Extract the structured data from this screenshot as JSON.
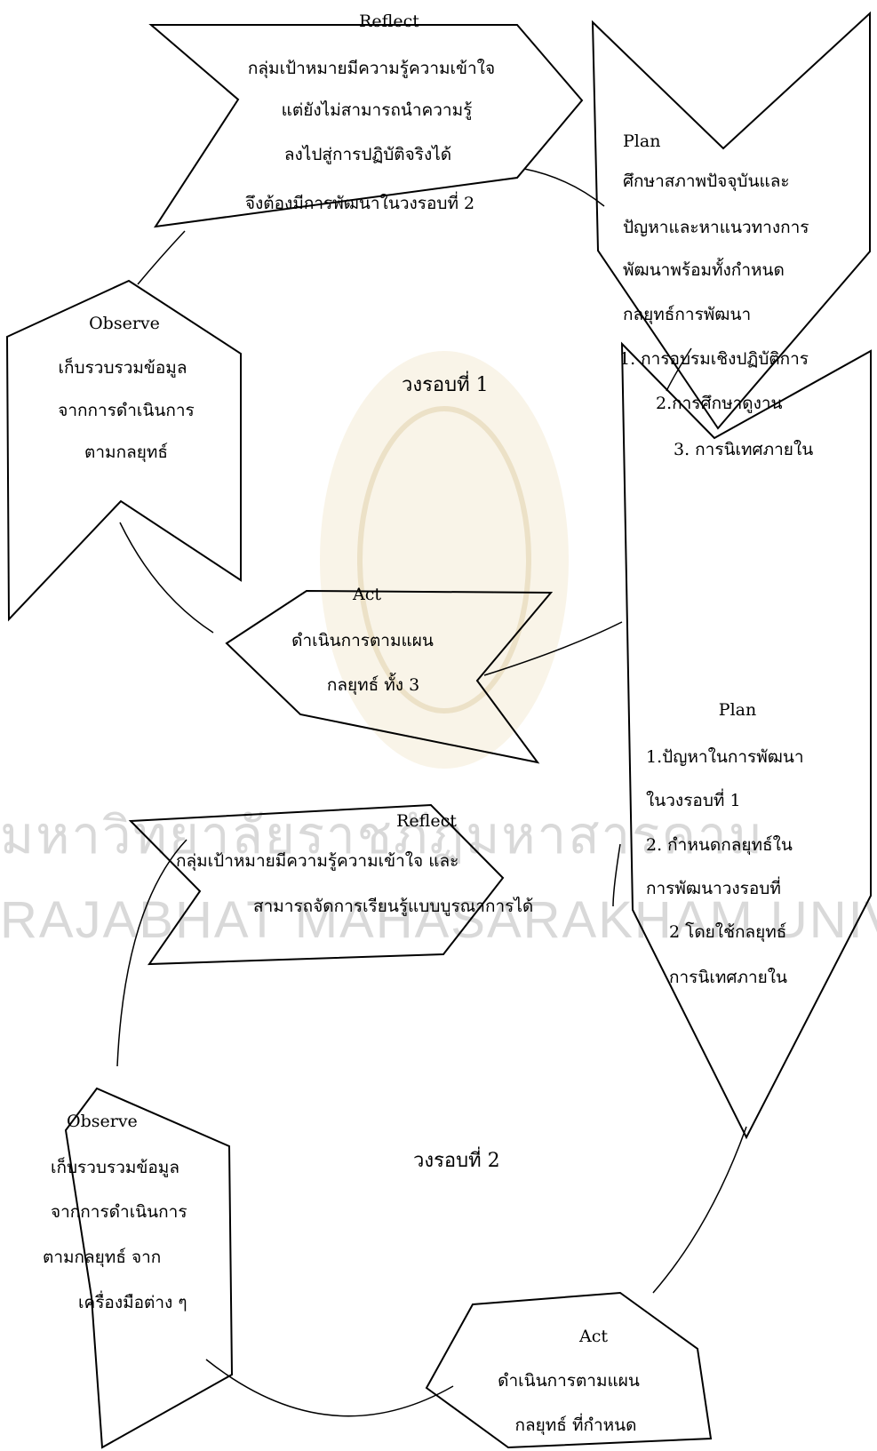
{
  "diagram": {
    "cycle1": {
      "title": "วงรอบที่ 1",
      "reflect": {
        "label": "Reflect",
        "lines": [
          "กลุ่มเป้าหมายมีความรู้ความเข้าใจ",
          "แต่ยังไม่สามารถนำความรู้",
          "ลงไปสู่การปฏิบัติจริงได้",
          "จึงต้องมีการพัฒนาในวงรอบที่ 2"
        ]
      },
      "plan": {
        "label": "Plan",
        "lines": [
          "ศึกษาสภาพปัจจุบันและ",
          "ปัญหาและหาแนวทางการ",
          "พัฒนาพร้อมทั้งกำหนด",
          "กลยุทธ์การพัฒนา",
          "1. การอบรมเชิงปฏิบัติการ",
          "2.การศึกษาดูงาน",
          "3. การนิเทศภายใน"
        ]
      },
      "observe": {
        "label": "Observe",
        "lines": [
          "เก็บรวบรวมข้อมูล",
          "จากการดำเนินการ",
          "ตามกลยุทธ์"
        ]
      },
      "act": {
        "label": "Act",
        "lines": [
          "ดำเนินการตามแผน",
          "กลยุทธ์ ทั้ง 3"
        ]
      }
    },
    "cycle2": {
      "title": "วงรอบที่ 2",
      "plan": {
        "label": "Plan",
        "lines": [
          "1.ปัญหาในการพัฒนา",
          "ในวงรอบที่ 1",
          "2. กำหนดกลยุทธ์ใน",
          "การพัฒนาวงรอบที่",
          "2 โดยใช้กลยุทธ์",
          "การนิเทศภายใน"
        ]
      },
      "reflect": {
        "label": "Reflect",
        "lines": [
          "กลุ่มเป้าหมายมีความรู้ความเข้าใจ และ",
          "สามารถจัดการเรียนรู้แบบบูรณาการได้"
        ]
      },
      "observe": {
        "label": "Observe",
        "lines": [
          "เก็บรวบรวมข้อมูล",
          "จากการดำเนินการ",
          "ตามกลยุทธ์ จาก",
          "เครื่องมือต่าง ๆ"
        ]
      },
      "act": {
        "label": "Act",
        "lines": [
          "ดำเนินการตามแผน",
          "กลยุทธ์ ที่กำหนด"
        ]
      }
    },
    "watermark": {
      "line1": "มหาวิทยาลัยราชภัฏมหาสารคาม",
      "line2": "RAJABHAT MAHASARAKHAM UNIVERSITY"
    }
  }
}
